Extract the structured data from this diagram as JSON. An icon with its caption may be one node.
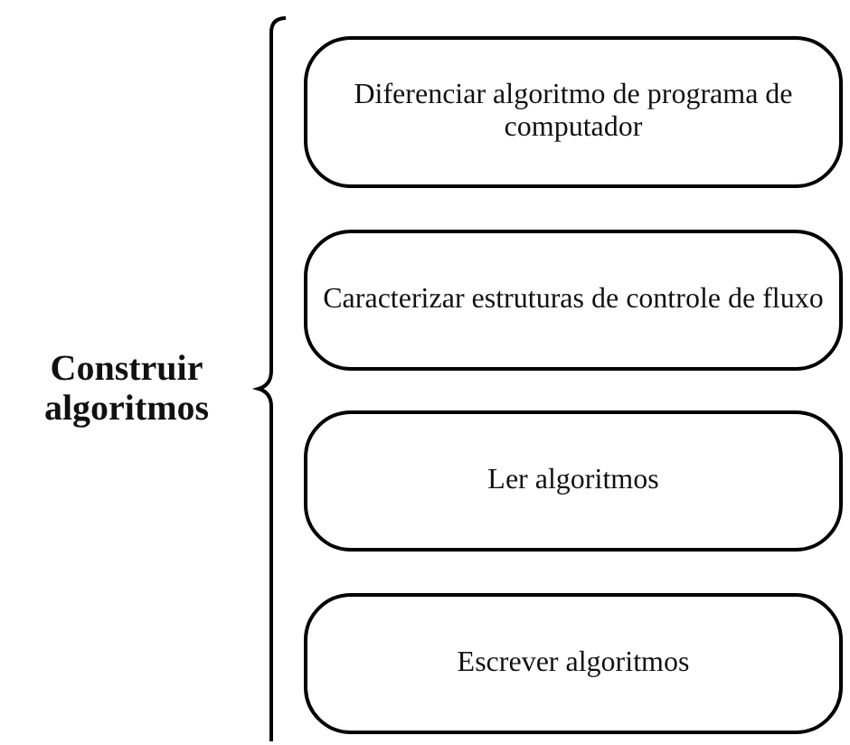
{
  "diagram": {
    "nodes": [
      {
        "text": [
          "Construir algoritmos"
        ]
      },
      {
        "text": [
          "Diferenciar algoritmo de programa de computador"
        ]
      },
      {
        "text": [
          "Caracterizar estruturas de controle de fluxo"
        ]
      },
      {
        "text": [
          "Ler algoritmos"
        ]
      },
      {
        "text": [
          "Escrever algoritmos"
        ]
      }
    ]
  }
}
